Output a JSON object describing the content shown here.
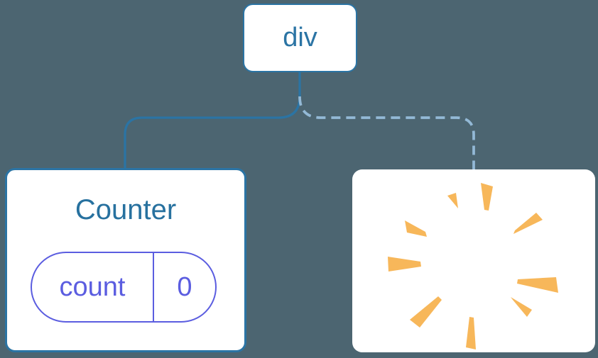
{
  "diagram": {
    "root_node": {
      "label": "div"
    },
    "counter_node": {
      "title": "Counter",
      "state_pill": {
        "key": "count",
        "value": "0"
      },
      "connector_style": "solid"
    },
    "removed_node": {
      "icon": "poof-explosion",
      "connector_style": "dashed"
    },
    "colors": {
      "background": "#4C6571",
      "node_background": "#FFFFFF",
      "node_border_blue": "#2B74A4",
      "node_text_blue": "#27719F",
      "solid_connector_blue": "#2B74A4",
      "dashed_connector_blue": "#93B9D6",
      "state_pill_purple": "#5B5DE0",
      "poof_orange": "#F7B75A"
    }
  }
}
